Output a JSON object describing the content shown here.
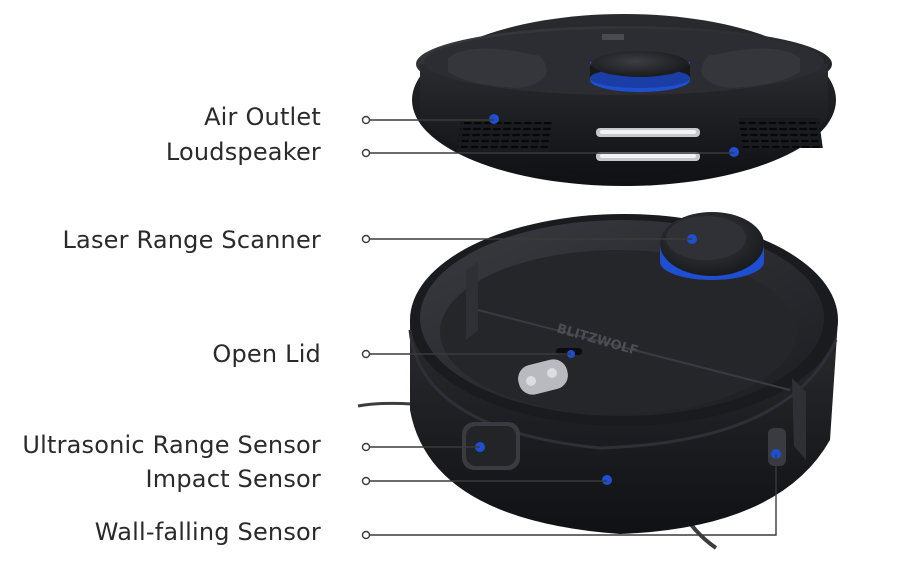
{
  "diagram": {
    "top_robot": {
      "brand": "BLITZWOLF"
    },
    "labels": [
      {
        "id": "air-outlet",
        "text": "Air Outlet"
      },
      {
        "id": "loudspeaker",
        "text": "Loudspeaker"
      },
      {
        "id": "laser-range-scanner",
        "text": "Laser Range Scanner"
      },
      {
        "id": "open-lid",
        "text": "Open Lid"
      },
      {
        "id": "ultrasonic-range-sensor",
        "text": "Ultrasonic Range Sensor"
      },
      {
        "id": "impact-sensor",
        "text": "Impact Sensor"
      },
      {
        "id": "wall-falling-sensor",
        "text": "Wall-falling Sensor"
      }
    ],
    "colors": {
      "body": "#1b1c1f",
      "accent": "#1f4fd1",
      "leader": "#3a3a3a",
      "text": "#2a2a2a"
    }
  }
}
